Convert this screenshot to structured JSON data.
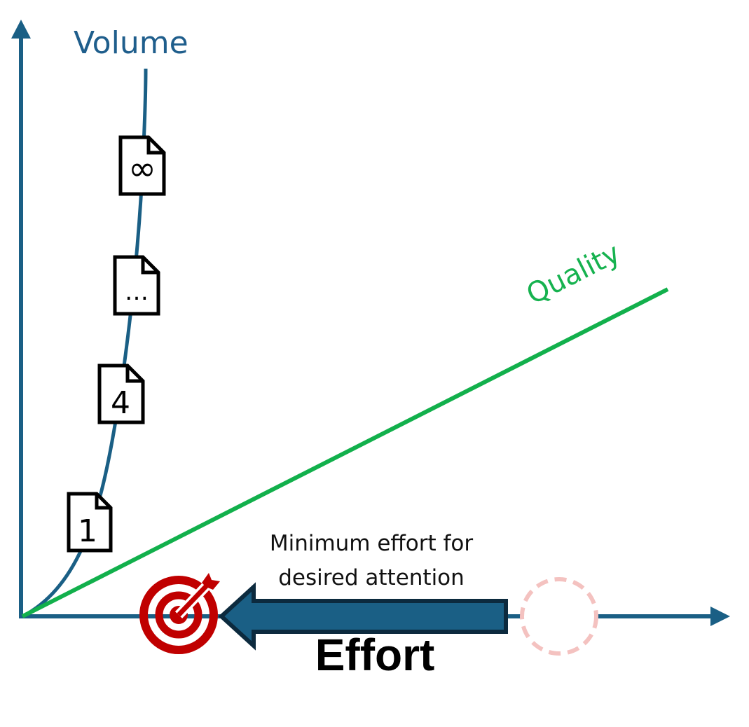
{
  "diagram": {
    "axes": {
      "y_label": "Volume",
      "x_label": "Effort"
    },
    "series": [
      {
        "name": "Volume",
        "color": "#1a5f85",
        "shape": "convex-steep-curve"
      },
      {
        "name": "Quality",
        "color": "#12b04c",
        "shape": "straight-line"
      }
    ],
    "documents": [
      {
        "label": "1",
        "icon": "document-icon"
      },
      {
        "label": "4",
        "icon": "document-icon"
      },
      {
        "label": "…",
        "icon": "document-icon"
      },
      {
        "label": "∞",
        "icon": "document-icon"
      }
    ],
    "quality_label": "Quality",
    "annotation": {
      "line1": "Minimum effort for",
      "line2": "desired attention"
    },
    "markers": {
      "target": {
        "icon": "target-icon",
        "color": "#c00000"
      },
      "previous_position": {
        "icon": "dashed-circle-icon",
        "color": "#f4c2c0"
      },
      "arrow": {
        "direction": "left",
        "fill": "#1a5f85",
        "stroke": "#0c2a3e"
      }
    },
    "colors": {
      "axis": "#1a5f85",
      "volume_text": "#1f5e8c",
      "quality": "#12b04c",
      "target": "#c00000"
    }
  }
}
